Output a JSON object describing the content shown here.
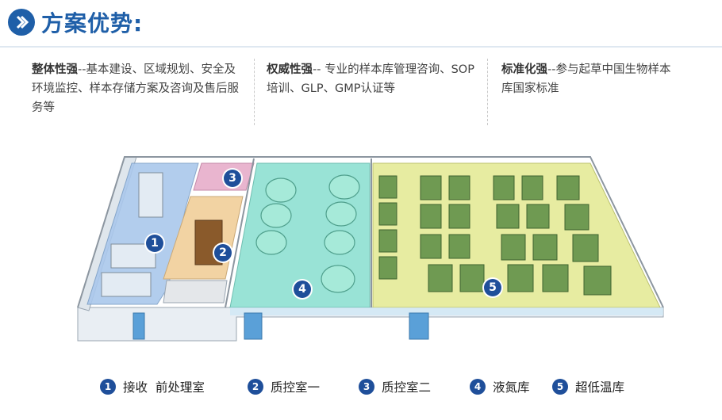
{
  "title": "方案优势:",
  "advantages": [
    {
      "key": "整体性强",
      "dash": "--",
      "text": "基本建设、区域规划、安全及环境监控、样本存储方案及咨询及售后服务等"
    },
    {
      "key": "权威性强",
      "dash": "--",
      "text": " 专业的样本库管理咨询、SOP培训、GLP、GMP认证等"
    },
    {
      "key": "标准化强",
      "dash": "--",
      "text": "参与起草中国生物样本库国家标准"
    }
  ],
  "markers": [
    "1",
    "2",
    "3",
    "4",
    "5"
  ],
  "legend": [
    {
      "num": "1",
      "label": "接收  前处理室"
    },
    {
      "num": "2",
      "label": "质控室一"
    },
    {
      "num": "3",
      "label": "质控室二"
    },
    {
      "num": "4",
      "label": "液氮库"
    },
    {
      "num": "5",
      "label": "超低温库"
    }
  ],
  "colors": {
    "accent": "#1f5fa8",
    "room1": "#aac8ec",
    "room2": "#f2d3a3",
    "room3": "#e9b5cf",
    "room4": "#8fe0d2",
    "room5": "#e6eb9c",
    "freezer": "#6f9a52"
  },
  "icons": {
    "title": "chevron-right-icon"
  }
}
